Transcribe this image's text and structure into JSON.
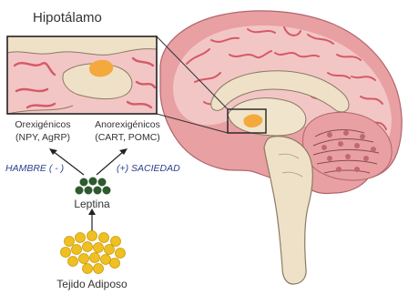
{
  "labels": {
    "hypothalamus": "Hipotálamo",
    "orexigenic_title": "Orexigénicos",
    "orexigenic_examples": "(NPY, AgRP)",
    "anorexigenic_title": "Anorexigénicos",
    "anorexigenic_examples": "(CART, POMC)",
    "hunger": "HAMBRE ( - )",
    "satiety": "(+)  SACIEDAD",
    "leptin": "Leptina",
    "adipose": "Tejido Adiposo"
  },
  "colors": {
    "brain_outer": "#e8a0a3",
    "brain_inner": "#f3c6c6",
    "sulci": "#d55a66",
    "midline": "#efe1c8",
    "hypothalamus": "#f4a93c",
    "leptin_dots": "#2f5a2f",
    "adipose_dots": "#f0c020",
    "text_blue": "#2a3f8f"
  }
}
